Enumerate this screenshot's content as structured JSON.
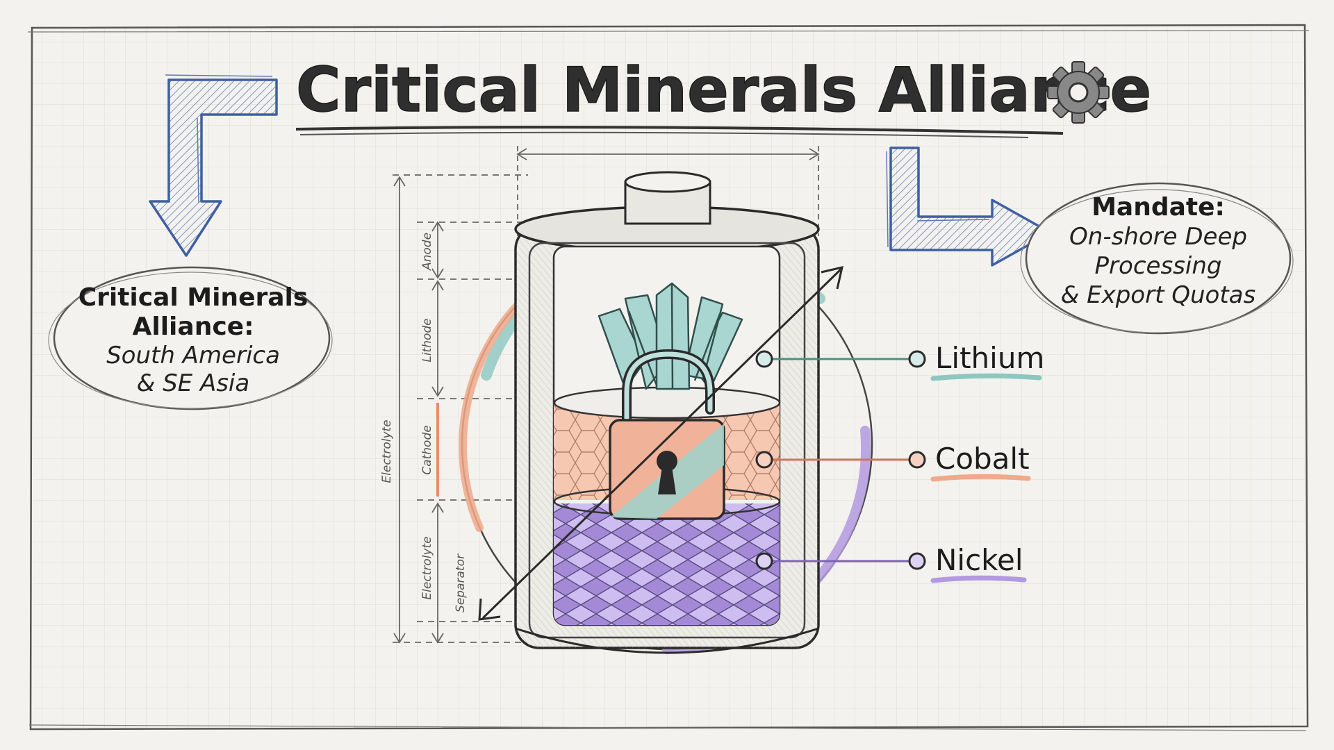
{
  "title": "Critical Minerals Alliance",
  "left_note": {
    "heading_lines": [
      "Critical Minerals",
      "Alliance:"
    ],
    "body_lines": [
      "South America",
      "& SE Asia"
    ]
  },
  "right_note": {
    "heading": "Mandate:",
    "body_lines": [
      "On-shore Deep",
      "Processing",
      "& Export Quotas"
    ]
  },
  "minerals": [
    {
      "name": "Lithium",
      "color": "#8cc7c0"
    },
    {
      "name": "Cobalt",
      "color": "#f0a98a"
    },
    {
      "name": "Nickel",
      "color": "#b39ae0"
    }
  ],
  "dimension_labels": [
    "Electrolyte",
    "Anode",
    "Lithode",
    "Cathode",
    "Electrolyte",
    "Separator"
  ],
  "colors": {
    "ink": "#2a2a2a",
    "blueprint_blue": "#4d6fb0",
    "paper": "#f3f2ee",
    "grid": "#dcdcd6"
  },
  "icons": [
    "gear-icon",
    "padlock-icon",
    "crystal-icon",
    "battery-icon"
  ]
}
